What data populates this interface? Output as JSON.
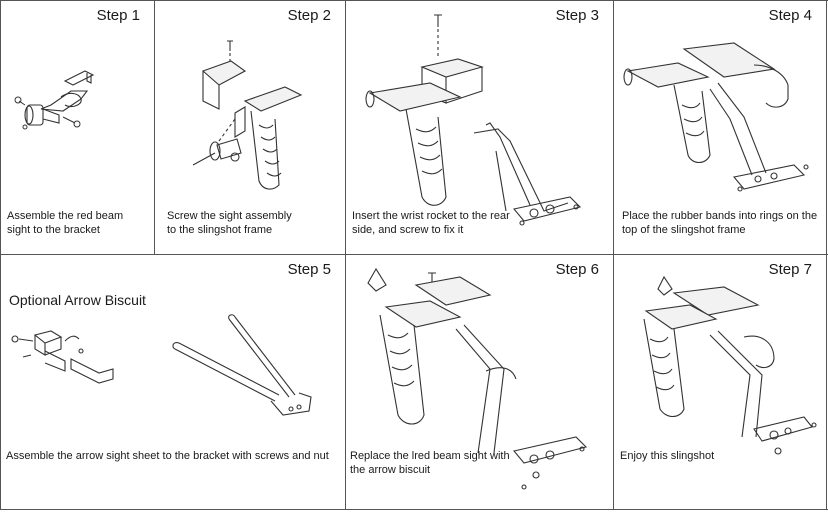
{
  "panels": [
    {
      "step": "Step 1",
      "caption": "Assemble the red beam\nsight to the bracket"
    },
    {
      "step": "Step 2",
      "caption": "Screw the sight assembly\nto the slingshot frame"
    },
    {
      "step": "Step 3",
      "caption": "Insert the wrist rocket to the rear\nside, and screw to fix it"
    },
    {
      "step": "Step 4",
      "caption": "Place the rubber bands into rings on the\ntop of the slingshot frame"
    },
    {
      "step": "Step 5",
      "heading": "Optional Arrow Biscuit",
      "caption": "Assemble the arrow sight sheet to the bracket with screws and nut"
    },
    {
      "step": "Step 6",
      "caption": "Replace the lred beam sight with\nthe arrow biscuit"
    },
    {
      "step": "Step 7",
      "caption": "Enjoy this slingshot"
    }
  ],
  "colors": {
    "line": "#333333",
    "grid": "#555555",
    "background": "#ffffff"
  },
  "icons": [
    "bracket-icon",
    "screw-icon",
    "slingshot-frame-icon",
    "wrist-brace-icon",
    "rubber-bands-icon",
    "arrow-biscuit-icon"
  ]
}
